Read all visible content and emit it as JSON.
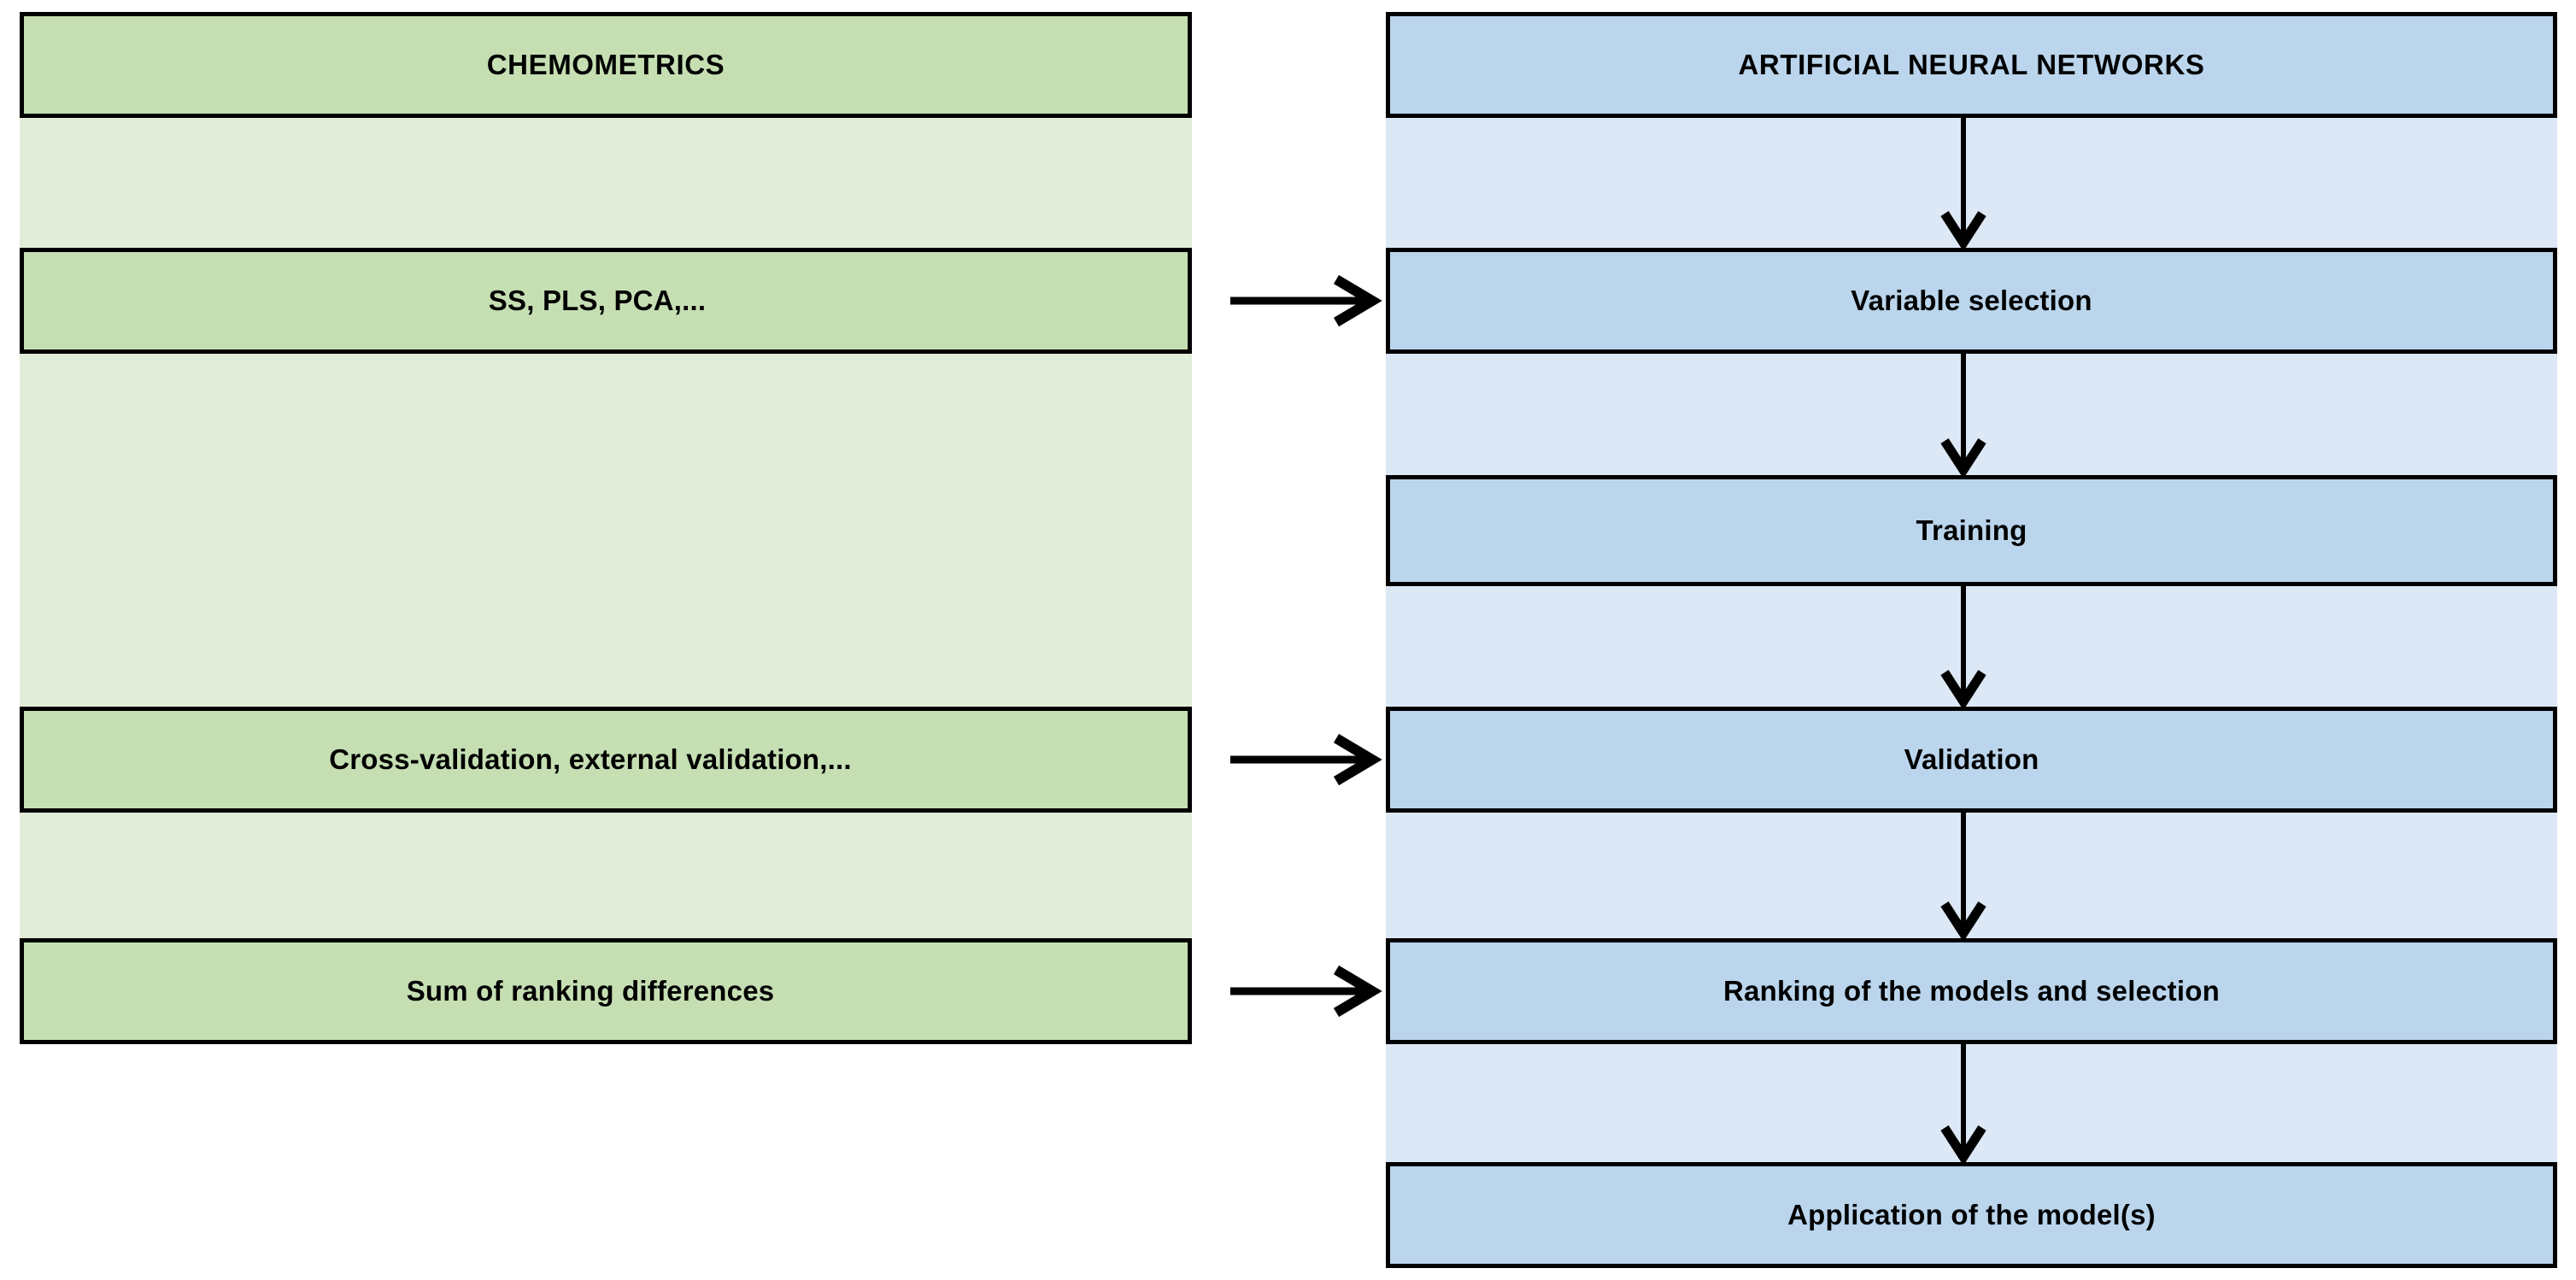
{
  "diagram": {
    "type": "flowchart",
    "columns": [
      {
        "id": "chemometrics",
        "accent": "#C5DFB3",
        "band_color": "#E2EDD9",
        "header": "CHEMOMETRICS",
        "nodes": [
          {
            "id": "chemometrics-header",
            "label": "CHEMOMETRICS"
          },
          {
            "id": "methods",
            "label": "SS, PLS, PCA,..."
          },
          {
            "id": "validation-methods",
            "label": "Cross-validation, external validation,..."
          },
          {
            "id": "srd",
            "label": "Sum of ranking differences"
          }
        ]
      },
      {
        "id": "ann",
        "accent": "#BAD5EC",
        "band_color": "#DCE8F5",
        "header": "ARTIFICIAL NEURAL NETWORKS",
        "nodes": [
          {
            "id": "ann-header",
            "label": "ARTIFICIAL NEURAL NETWORKS"
          },
          {
            "id": "variable-selection",
            "label": "Variable selection"
          },
          {
            "id": "training",
            "label": "Training"
          },
          {
            "id": "validation",
            "label": "Validation"
          },
          {
            "id": "ranking",
            "label": "Ranking of the models and selection"
          },
          {
            "id": "application",
            "label": "Application of the model(s)"
          }
        ]
      }
    ],
    "connectors": {
      "vertical": [
        {
          "from": "ann-header",
          "to": "variable-selection"
        },
        {
          "from": "variable-selection",
          "to": "training"
        },
        {
          "from": "training",
          "to": "validation"
        },
        {
          "from": "validation",
          "to": "ranking"
        },
        {
          "from": "ranking",
          "to": "application"
        }
      ],
      "horizontal": [
        {
          "from": "methods",
          "to": "variable-selection"
        },
        {
          "from": "validation-methods",
          "to": "validation"
        },
        {
          "from": "srd",
          "to": "ranking"
        }
      ]
    },
    "colors": {
      "border": "#000000",
      "text": "#000000",
      "background": "#FFFFFF"
    }
  }
}
